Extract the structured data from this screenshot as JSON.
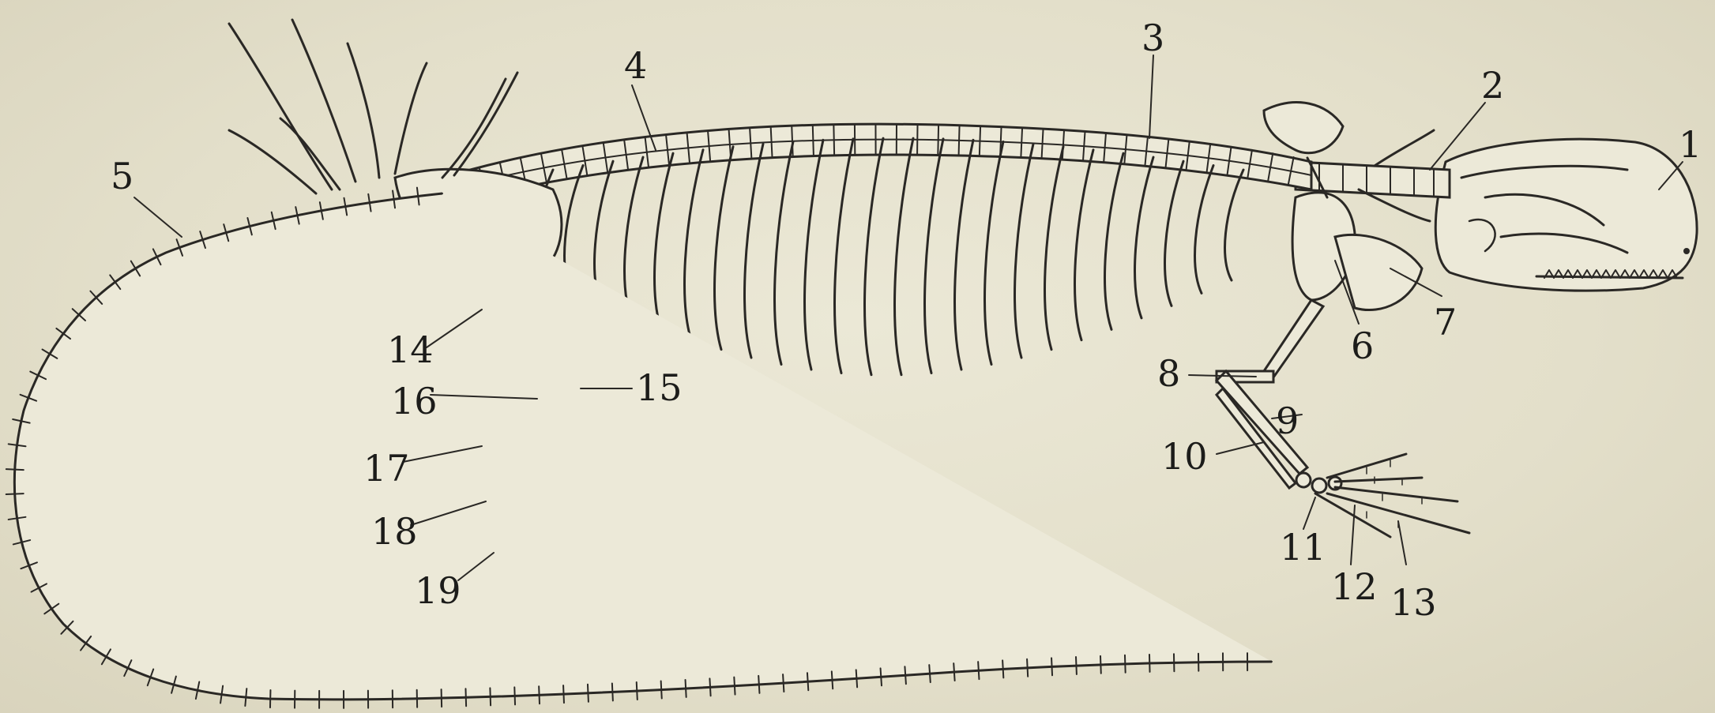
{
  "labels": [
    "1",
    "2",
    "3",
    "4",
    "5",
    "6",
    "7",
    "8",
    "9",
    "10",
    "11",
    "12",
    "13",
    "14",
    "15",
    "16",
    "17",
    "18",
    "19"
  ],
  "colors": {
    "ink": "#2a2825",
    "paper": "#e6e2cf",
    "bone": "#ece9d8"
  }
}
